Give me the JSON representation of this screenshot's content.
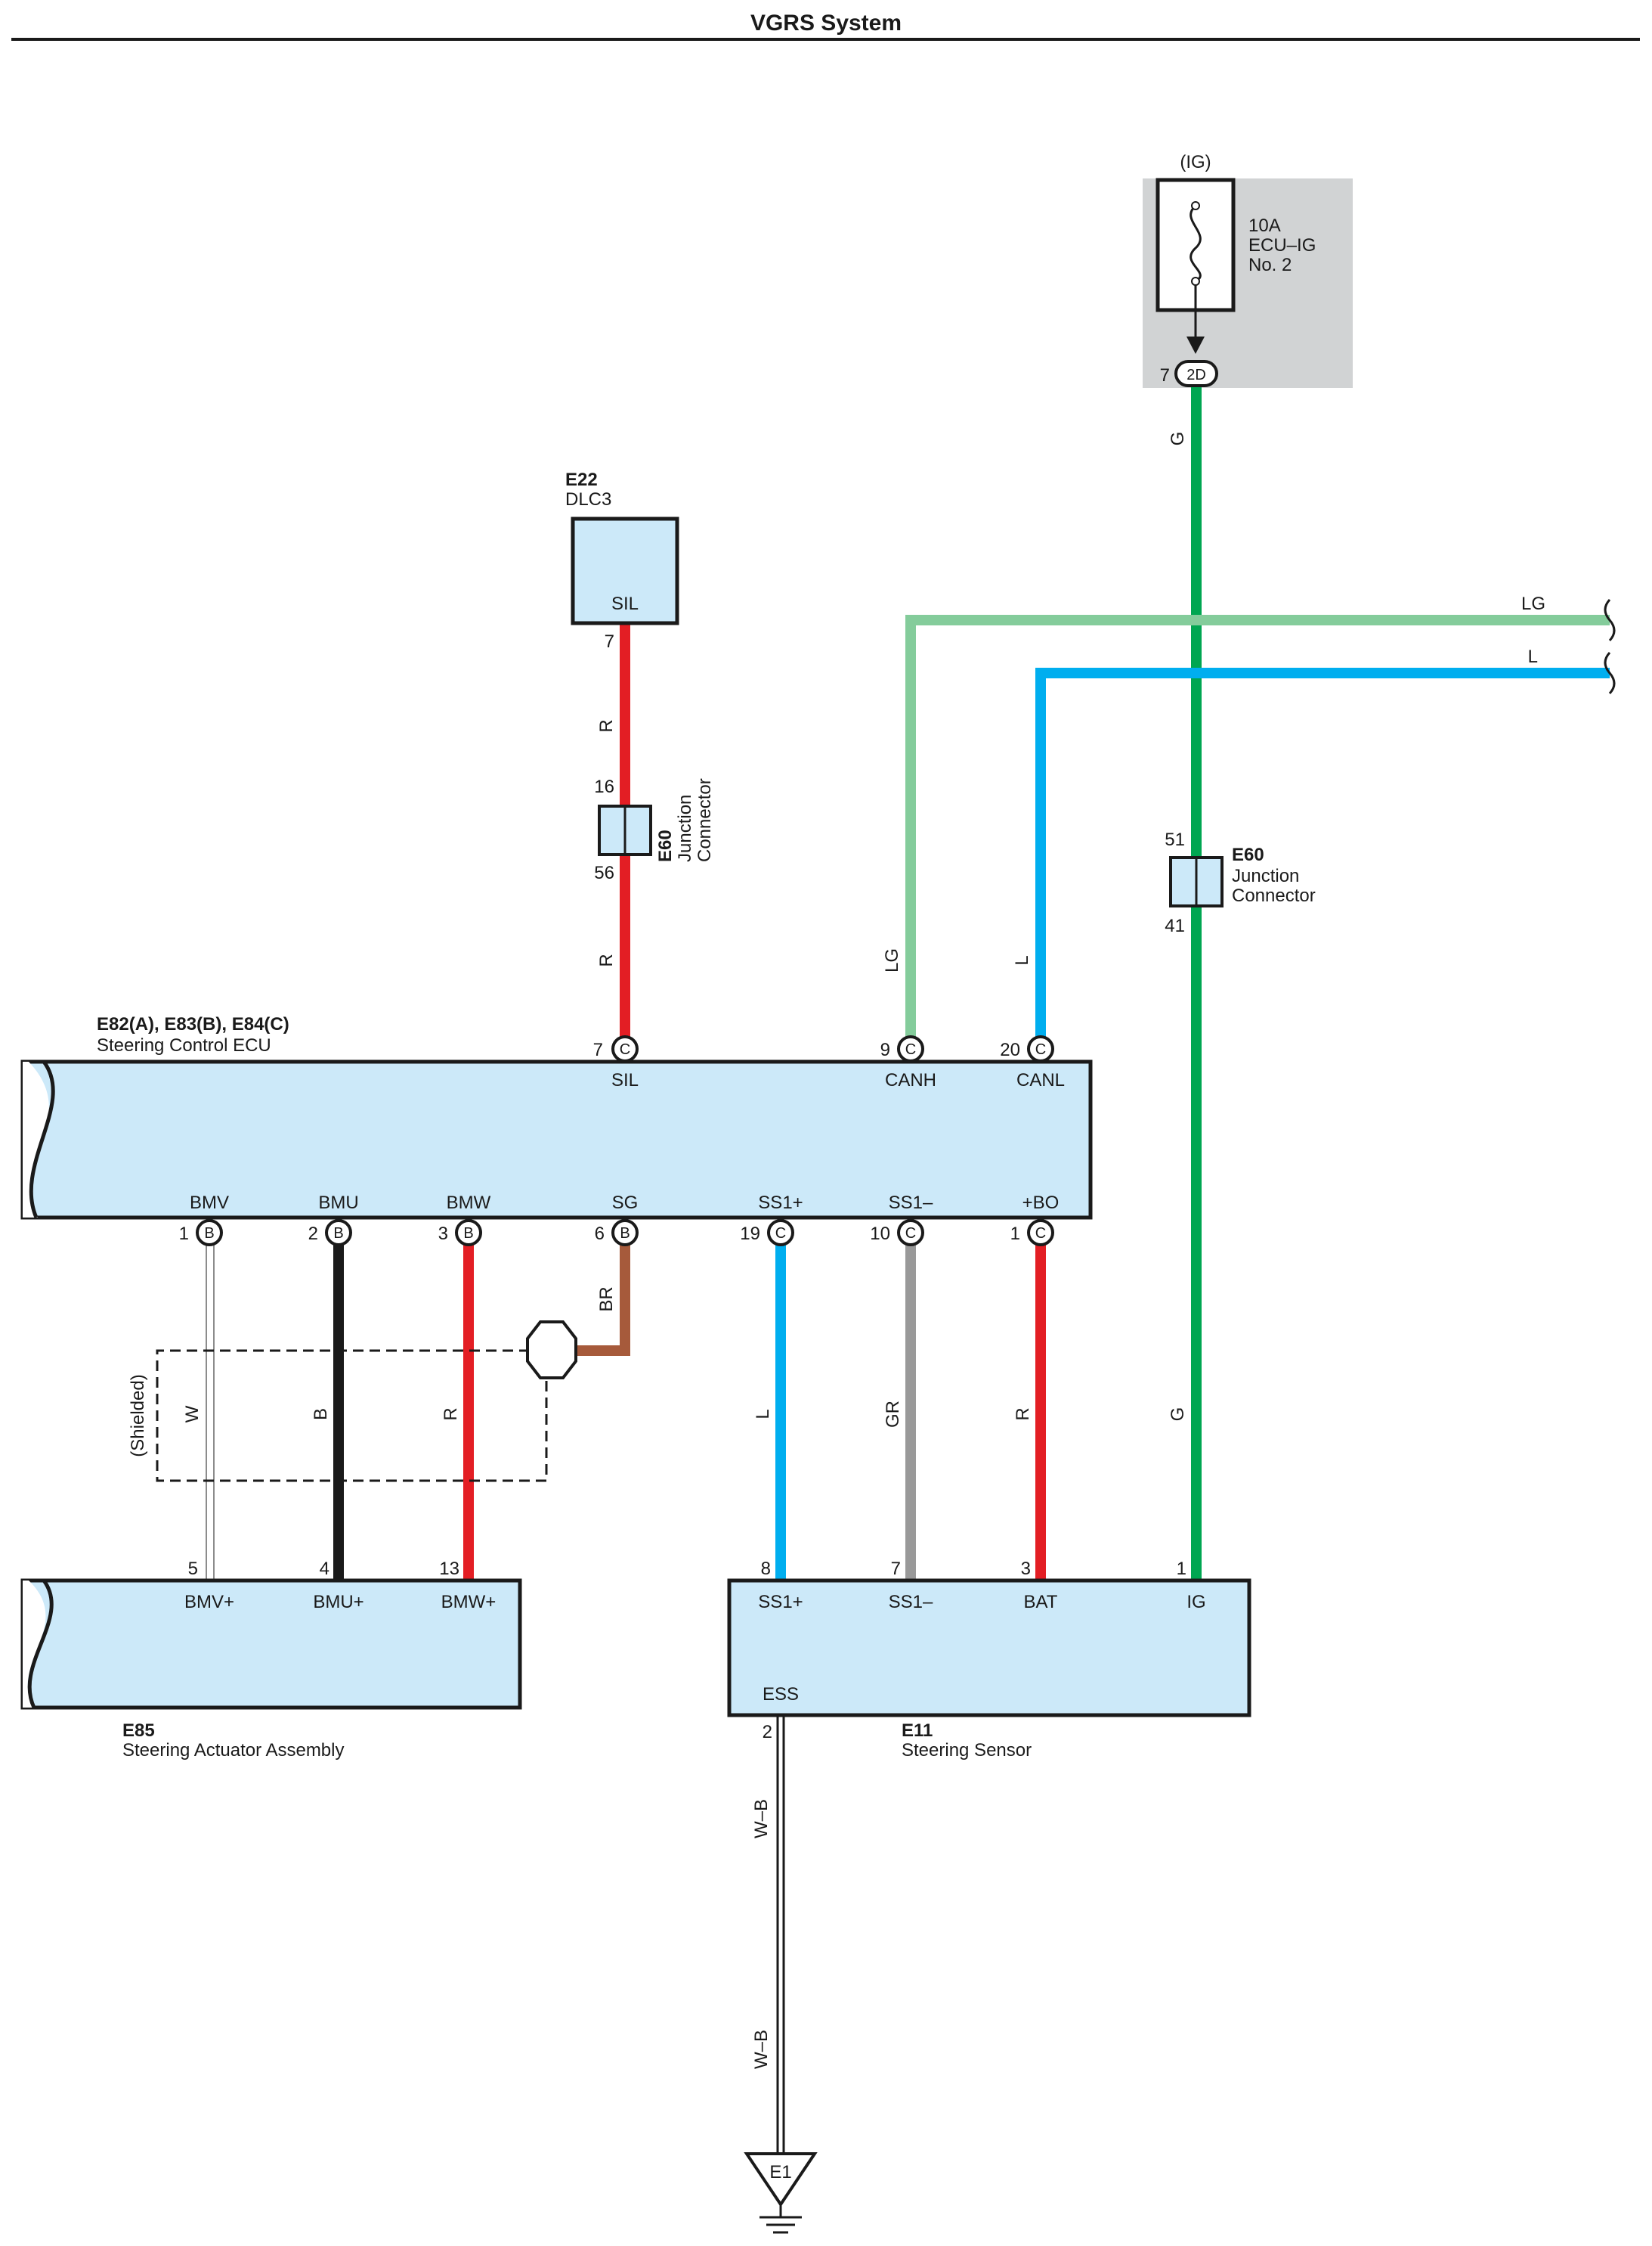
{
  "title": "VGRS System",
  "colors": {
    "red": "#e31e24",
    "black": "#1a1a1a",
    "green": "#00a651",
    "light_green": "#84cc9b",
    "blue": "#00aeef",
    "gray": "#999999",
    "brown": "#a65a3b",
    "component_fill": "#cce9f9",
    "fuse_box_fill": "#d1d3d4"
  },
  "fuse": {
    "supply": "(IG)",
    "rating": "10A",
    "name": "ECU–IG",
    "number": "No. 2",
    "pin": "7",
    "connector": "2D"
  },
  "dlc3": {
    "code": "E22",
    "name": "DLC3",
    "terminal": "SIL",
    "pin": "7"
  },
  "junction_left": {
    "code": "E60",
    "line1": "Junction",
    "line2": "Connector",
    "pin_top": "16",
    "pin_bottom": "56"
  },
  "junction_right": {
    "code": "E60",
    "line1": "Junction",
    "line2": "Connector",
    "pin_top": "51",
    "pin_bottom": "41"
  },
  "ecu": {
    "code": "E82(A), E83(B), E84(C)",
    "name": "Steering Control ECU",
    "top_terminals": [
      {
        "pin": "7",
        "conn": "C",
        "label": "SIL"
      },
      {
        "pin": "9",
        "conn": "C",
        "label": "CANH"
      },
      {
        "pin": "20",
        "conn": "C",
        "label": "CANL"
      }
    ],
    "bottom_terminals": [
      {
        "pin": "1",
        "conn": "B",
        "label": "BMV"
      },
      {
        "pin": "2",
        "conn": "B",
        "label": "BMU"
      },
      {
        "pin": "3",
        "conn": "B",
        "label": "BMW"
      },
      {
        "pin": "6",
        "conn": "B",
        "label": "SG"
      },
      {
        "pin": "19",
        "conn": "C",
        "label": "SS1+"
      },
      {
        "pin": "10",
        "conn": "C",
        "label": "SS1–"
      },
      {
        "pin": "1",
        "conn": "C",
        "label": "+BO"
      }
    ]
  },
  "actuator": {
    "code": "E85",
    "name": "Steering Actuator Assembly",
    "terminals": [
      {
        "pin": "5",
        "label": "BMV+"
      },
      {
        "pin": "4",
        "label": "BMU+"
      },
      {
        "pin": "13",
        "label": "BMW+"
      }
    ]
  },
  "sensor": {
    "code": "E11",
    "name": "Steering Sensor",
    "terminals": [
      {
        "pin": "8",
        "label": "SS1+"
      },
      {
        "pin": "7",
        "label": "SS1–"
      },
      {
        "pin": "3",
        "label": "BAT"
      },
      {
        "pin": "1",
        "label": "IG"
      }
    ],
    "ground_terminal": "ESS",
    "ground_pin": "2"
  },
  "wires": {
    "sil_upper": "R",
    "sil_lower": "R",
    "canh": "LG",
    "canl": "L",
    "lg_right": "LG",
    "l_right": "L",
    "ig_upper": "G",
    "ig_lower": "G",
    "bmv": "W",
    "bmu": "B",
    "bmw": "R",
    "sg": "BR",
    "ss1p": "L",
    "ss1m": "GR",
    "bat": "R",
    "ground_upper": "W–B",
    "ground_lower": "W–B"
  },
  "shielded": "(Shielded)",
  "ground": "E1"
}
